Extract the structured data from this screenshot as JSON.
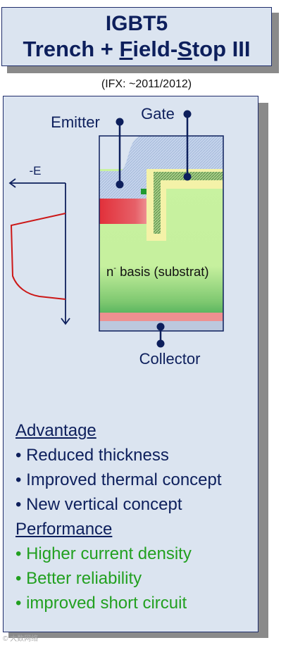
{
  "title": {
    "line1": "IGBT5",
    "line2_parts": [
      "Trench + ",
      "F",
      "ield-",
      "S",
      "top III"
    ]
  },
  "subtitle": "(IFX: ~2011/2012)",
  "diagram": {
    "emitter": "Emitter",
    "gate": "Gate",
    "field": "-E",
    "substrate_prefix": "n",
    "substrate_sup": "-",
    "substrate_rest": " basis (substrat)",
    "collector": "Collector"
  },
  "advantage": {
    "heading": "Advantage",
    "items": [
      "• Reduced thickness",
      "• Improved thermal concept",
      "• New vertical concept"
    ]
  },
  "performance": {
    "heading": "Performance",
    "items": [
      "• Higher current density",
      "• Better reliability",
      "• improved short circuit"
    ]
  },
  "watermark": "© 大数网络",
  "colors": {
    "navy": "#0d1f5c",
    "panel": "#dbe4f0",
    "substrate": "#c8f2a0",
    "emitter_red": "#e0303a",
    "field_line": "#cc1818",
    "performance_text": "#22a020"
  }
}
